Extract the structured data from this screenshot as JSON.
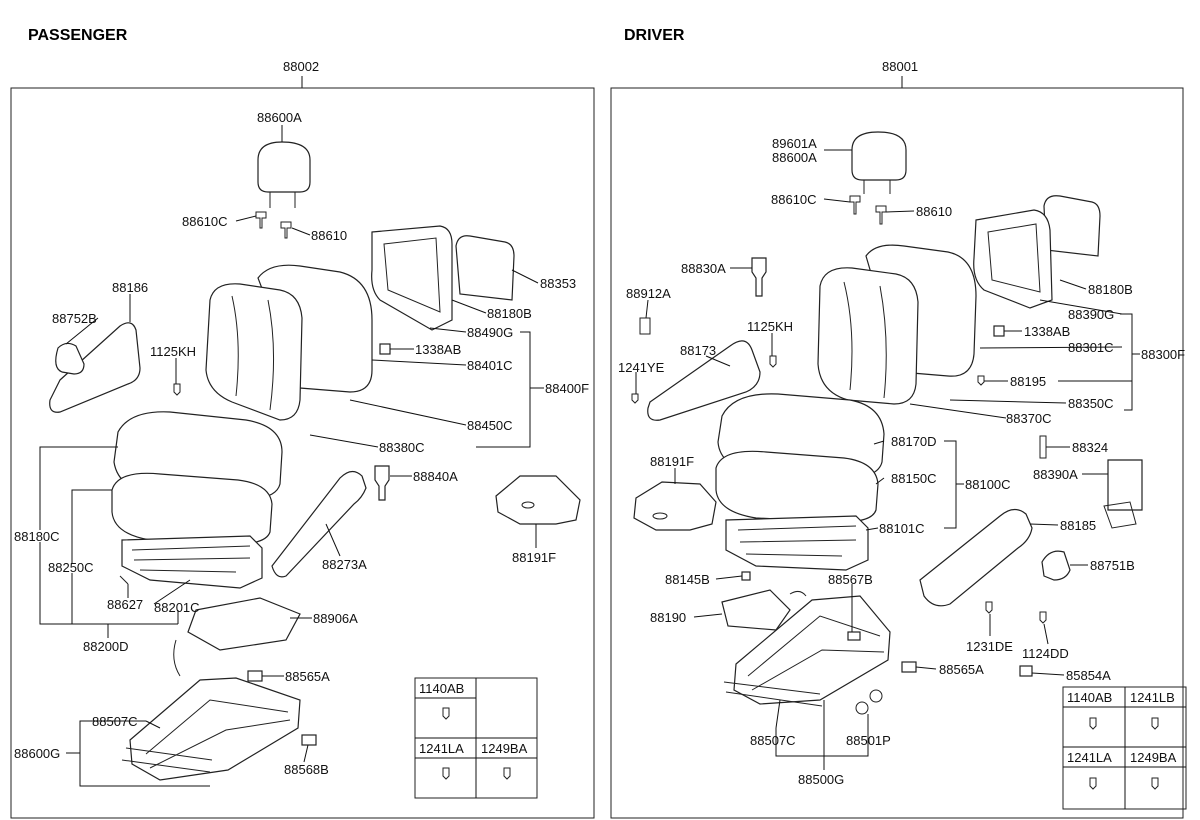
{
  "headers": {
    "passenger": "PASSENGER",
    "driver": "DRIVER"
  },
  "assemblies": {
    "passenger": "88002",
    "driver": "88001"
  },
  "passenger_labels": {
    "p88600A": "88600A",
    "p88610C": "88610C",
    "p88610": "88610",
    "p88353": "88353",
    "p88180B": "88180B",
    "p88490G": "88490G",
    "p1338AB": "1338AB",
    "p88401C": "88401C",
    "p88400F": "88400F",
    "p88450C": "88450C",
    "p88380C": "88380C",
    "p88186": "88186",
    "p88752B": "88752B",
    "p1125KH": "1125KH",
    "p88840A": "88840A",
    "p88191F": "88191F",
    "p88180C": "88180C",
    "p88250C": "88250C",
    "p88273A": "88273A",
    "p88627": "88627",
    "p88201C": "88201C",
    "p88200D": "88200D",
    "p88906A": "88906A",
    "p88565A": "88565A",
    "p88507C": "88507C",
    "p88600G": "88600G",
    "p88568B": "88568B"
  },
  "driver_labels": {
    "d89601A": "89601A",
    "d88600A": "88600A",
    "d88610C": "88610C",
    "d88610": "88610",
    "d88830A": "88830A",
    "d88912A": "88912A",
    "d1125KH": "1125KH",
    "d88173": "88173",
    "d1241YE": "1241YE",
    "d88180B": "88180B",
    "d88390G": "88390G",
    "d1338AB": "1338AB",
    "d88301C": "88301C",
    "d88300F": "88300F",
    "d88195": "88195",
    "d88350C": "88350C",
    "d88370C": "88370C",
    "d88170D": "88170D",
    "d88324": "88324",
    "d88390A": "88390A",
    "d88191F": "88191F",
    "d88150C": "88150C",
    "d88100C": "88100C",
    "d88101C": "88101C",
    "d88185": "88185",
    "d88751B": "88751B",
    "d88145B": "88145B",
    "d88567B": "88567B",
    "d88190": "88190",
    "d1231DE": "1231DE",
    "d1124DD": "1124DD",
    "d88565A": "88565A",
    "d85854A": "85854A",
    "d88507C": "88507C",
    "d88501P": "88501P",
    "d88500G": "88500G"
  },
  "passenger_fastener_table": {
    "a": "1140AB",
    "b": "1241LA",
    "c": "1249BA"
  },
  "driver_fastener_table": {
    "a": "1140AB",
    "b": "1241LB",
    "c": "1241LA",
    "d": "1249BA"
  }
}
